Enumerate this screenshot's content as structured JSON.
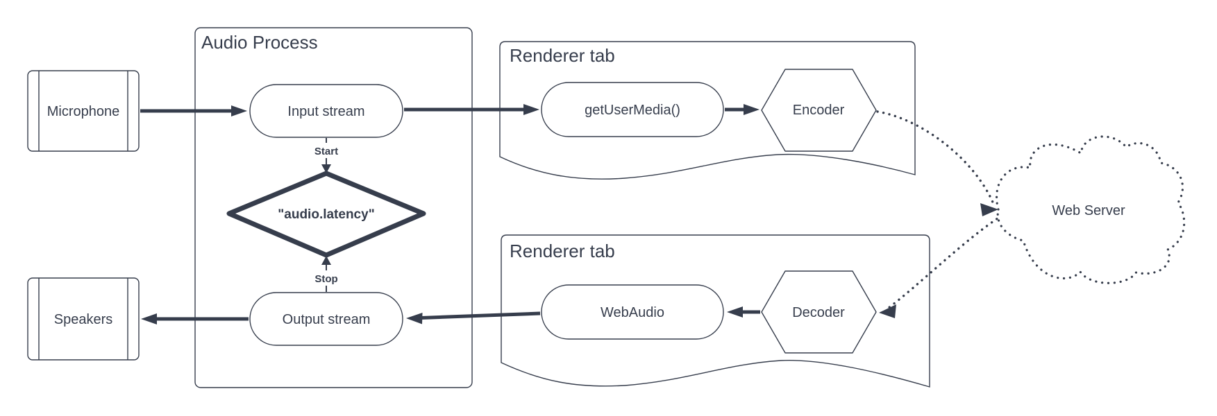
{
  "diagram": {
    "devices": {
      "microphone": "Microphone",
      "speakers": "Speakers"
    },
    "audio_process": {
      "title": "Audio Process",
      "input_stream": "Input stream",
      "latency_setting": "\"audio.latency\"",
      "output_stream": "Output stream",
      "start_label": "Start",
      "stop_label": "Stop"
    },
    "renderer_top": {
      "title": "Renderer tab",
      "get_user_media": "getUserMedia()",
      "encoder": "Encoder"
    },
    "renderer_bottom": {
      "title": "Renderer tab",
      "web_audio": "WebAudio",
      "decoder": "Decoder"
    },
    "web_server": {
      "label": "Web Server"
    },
    "colors": {
      "stroke": "#363D4C",
      "background": "#FFFFFF"
    }
  }
}
